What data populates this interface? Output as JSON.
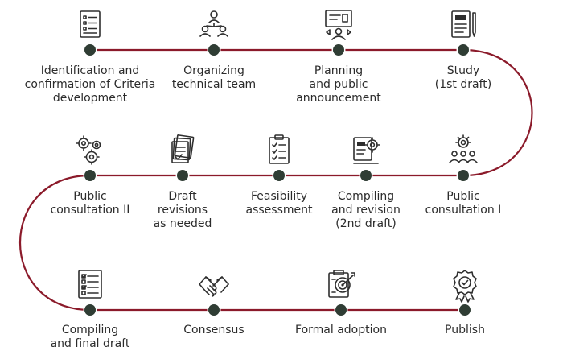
{
  "colors": {
    "connector": "#8b1a2a",
    "node": "#2f3d34",
    "text": "#2b2b2b"
  },
  "steps": [
    {
      "label": "Identification and\nconfirmation of Criteria\ndevelopment",
      "icon": "checklist-icon"
    },
    {
      "label": "Organizing\ntechnical team",
      "icon": "team-network-icon"
    },
    {
      "label": "Planning\nand public\nannouncement",
      "icon": "presentation-icon"
    },
    {
      "label": "Study\n(1st draft)",
      "icon": "document-pen-icon"
    },
    {
      "label": "Public\nconsultation I",
      "icon": "people-gear-icon"
    },
    {
      "label": "Compiling\nand revision\n(2nd draft)",
      "icon": "document-gear-icon"
    },
    {
      "label": "Feasibility\nassessment",
      "icon": "clipboard-check-icon"
    },
    {
      "label": "Draft\nrevisions\nas needed",
      "icon": "stacked-documents-icon"
    },
    {
      "label": "Public\nconsultation II",
      "icon": "gears-icon"
    },
    {
      "label": "Compiling\nand final draft",
      "icon": "checklist-board-icon"
    },
    {
      "label": "Consensus",
      "icon": "handshake-icon"
    },
    {
      "label": "Formal adoption",
      "icon": "target-clipboard-icon"
    },
    {
      "label": "Publish",
      "icon": "award-badge-icon"
    }
  ]
}
